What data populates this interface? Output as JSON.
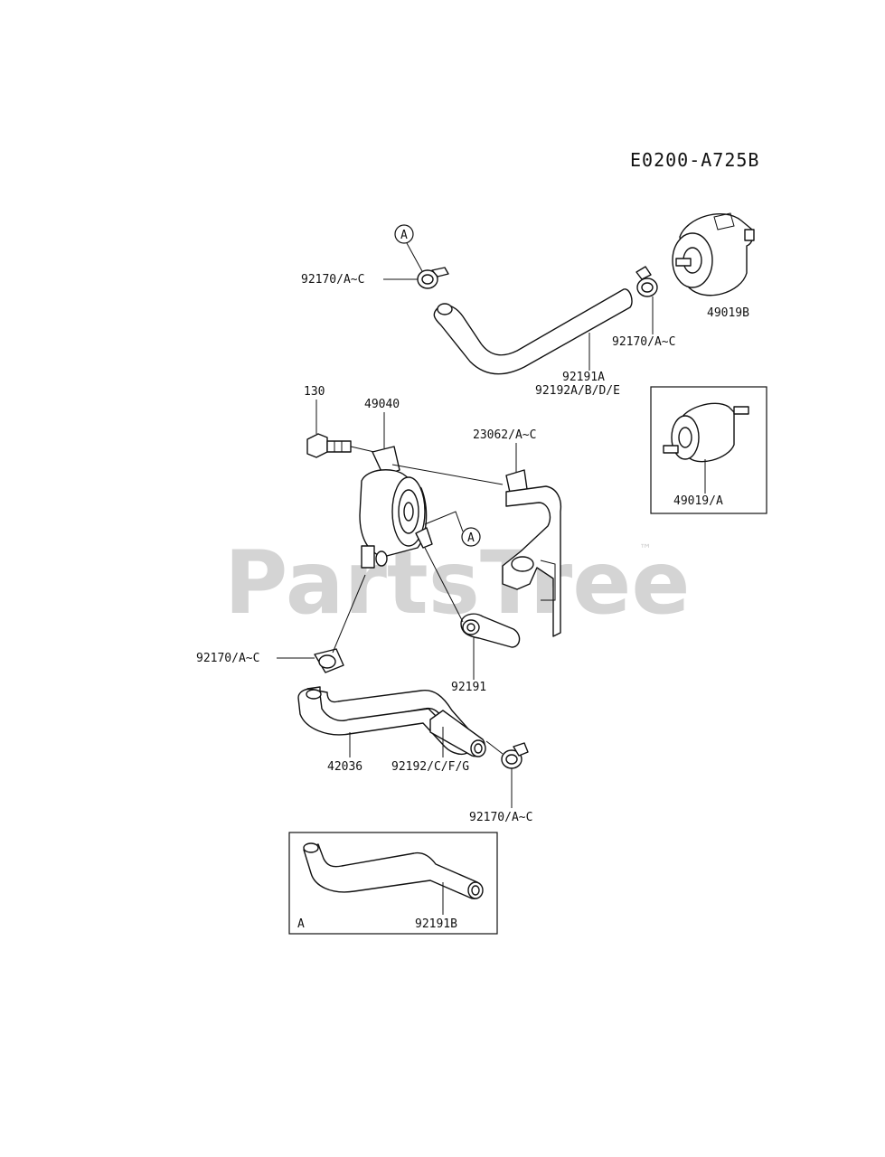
{
  "diagram_code": "E0200-A725B",
  "watermark": {
    "text": "PartsTree",
    "tm": "™"
  },
  "labels": {
    "clip_top": "92170/A~C",
    "clip_mid_right": "92170/A~C",
    "filter_top": "49019B",
    "hose_top_a": "92191A",
    "hose_top_b": "92192A/B/D/E",
    "bolt": "130",
    "oil_cooler": "49040",
    "bracket": "23062/A~C",
    "filter_box": "49019/A",
    "clip_left": "92170/A~C",
    "hose_mid": "92191",
    "pipe": "42036",
    "hose_bottom": "92192/C/F/G",
    "clip_bottom": "92170/A~C",
    "hose_inset": "92191B",
    "inset_letter": "A"
  },
  "callouts": {
    "a1": "A",
    "a2": "A"
  }
}
